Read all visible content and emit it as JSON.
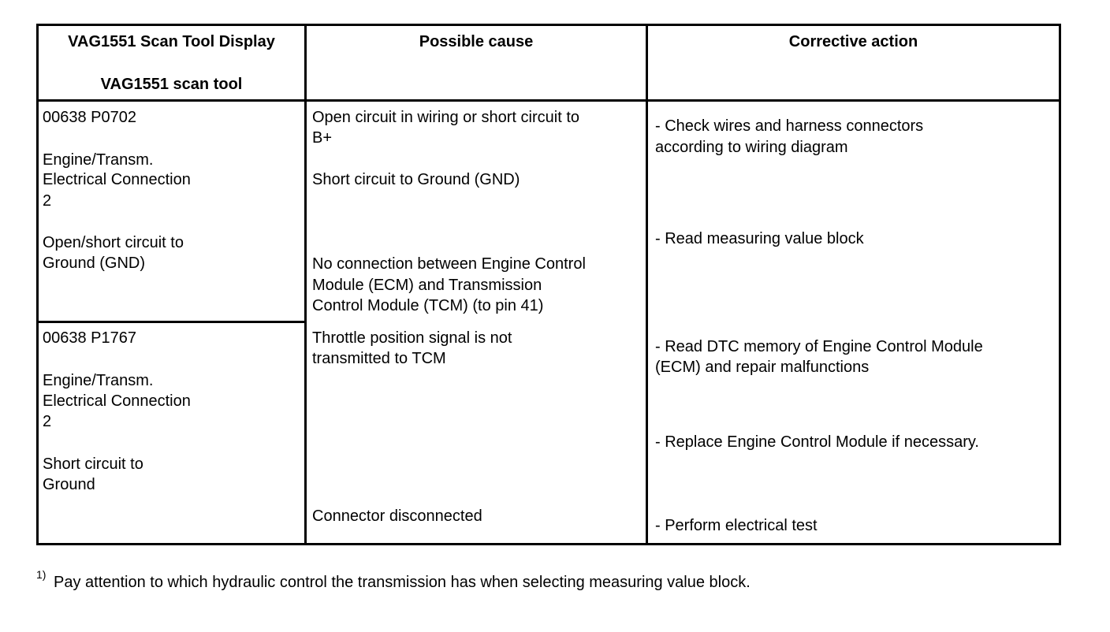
{
  "table": {
    "headers": {
      "col1_line1": "VAG1551 Scan Tool Display",
      "col1_line2": "VAG1551 scan tool",
      "col2": "Possible cause",
      "col3": "Corrective action"
    },
    "row1": {
      "display": {
        "code": "00638 P0702",
        "name_l1": "Engine/Transm.",
        "name_l2": "Electrical Connection",
        "name_l3": "2",
        "desc_l1": "Open/short circuit to",
        "desc_l2": "Ground (GND)"
      },
      "causes": {
        "c1_l1": "Open circuit in wiring or short circuit to",
        "c1_l2": "B+",
        "c2": "Short circuit to Ground (GND)",
        "c3_l1": "No connection between Engine Control",
        "c3_l2": "Module (ECM) and Transmission",
        "c3_l3": "Control Module (TCM) (to pin 41)"
      }
    },
    "row2": {
      "display": {
        "code": "00638 P1767",
        "name_l1": "Engine/Transm.",
        "name_l2": "Electrical Connection",
        "name_l3": "2",
        "desc_l1": "Short circuit to",
        "desc_l2": "Ground"
      },
      "causes": {
        "c1_l1": "Throttle position signal is not",
        "c1_l2": "transmitted to TCM",
        "c2": "Connector disconnected"
      }
    },
    "actions": {
      "a1_l1": "- Check wires and harness connectors",
      "a1_l2": "according to wiring diagram",
      "a2": "- Read measuring value block",
      "a3_l1": "- Read DTC memory of Engine Control Module",
      "a3_l2": "(ECM) and repair malfunctions",
      "a4": "- Replace Engine Control Module if necessary.",
      "a5": "- Perform electrical test"
    }
  },
  "footnote": {
    "marker": "1)",
    "text": "Pay attention to which hydraulic control the transmission has when selecting measuring value block."
  }
}
